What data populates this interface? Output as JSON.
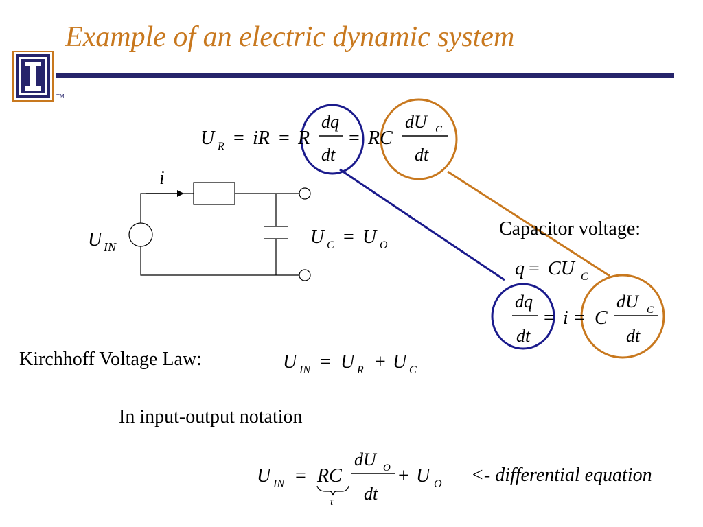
{
  "slide": {
    "title": "Example of an electric dynamic system",
    "logo_letter": "I",
    "logo_tm": "TM",
    "colors": {
      "title": "#C8781E",
      "rule": "#26246B",
      "blue_circle": "#1A1A8C",
      "orange_circle": "#C8781E"
    }
  },
  "labels": {
    "capacitor_voltage": "Capacitor voltage:",
    "kvl": "Kirchhoff Voltage Law:",
    "io_notation": "In input-output notation",
    "diff_eq_note": "<- differential equation"
  },
  "circuit": {
    "current_label": "i",
    "source_label": "U",
    "source_sub": "IN"
  },
  "eq_ur": {
    "ur": "U",
    "ur_sub": "R",
    "eq1": "=",
    "ir": "iR",
    "eq2": "=",
    "r": "R",
    "dq": "dq",
    "dt": "dt",
    "eq3": "=",
    "rc": "RC",
    "du": "dU",
    "du_sub": "C",
    "dt2": "dt"
  },
  "eq_uc": {
    "u1": "U",
    "s1": "C",
    "eq": "=",
    "u2": "U",
    "s2": "O"
  },
  "eq_q": {
    "q": "q",
    "eq": "=",
    "cu": "CU",
    "sub": "C"
  },
  "eq_i": {
    "dq": "dq",
    "dt": "dt",
    "eq1": "=",
    "i": "i",
    "eq2": "=",
    "c": "C",
    "du": "dU",
    "du_sub": "C",
    "dt2": "dt"
  },
  "eq_kvl": {
    "u1": "U",
    "s1": "IN",
    "eq": "=",
    "u2": "U",
    "s2": "R",
    "plus": "+",
    "u3": "U",
    "s3": "C"
  },
  "eq_final": {
    "u1": "U",
    "s1": "IN",
    "eq": "=",
    "rc": "RC",
    "tau": "τ",
    "du": "dU",
    "du_sub": "O",
    "dt": "dt",
    "plus": "+",
    "u2": "U",
    "s2": "O"
  }
}
